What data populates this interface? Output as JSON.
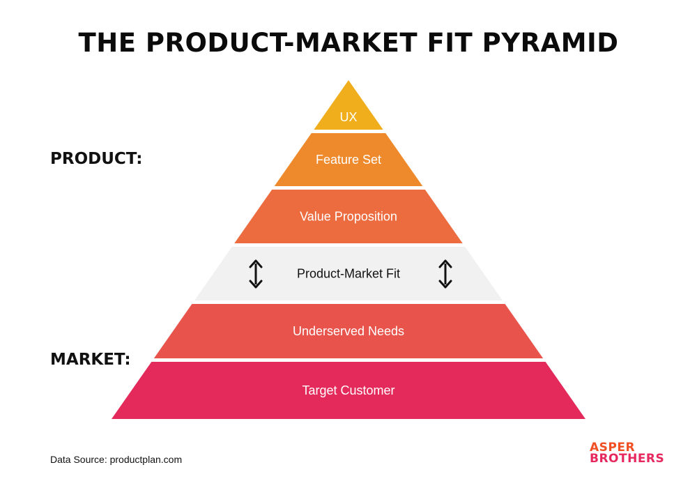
{
  "title": "THE PRODUCT-MARKET FIT PYRAMID",
  "side_labels": {
    "product": "PRODUCT:",
    "market": "MARKET:"
  },
  "tiers": [
    {
      "label": "UX",
      "color": "#F0AE1D",
      "text_color": "#ffffff"
    },
    {
      "label": "Feature Set",
      "color": "#EF8A2C",
      "text_color": "#ffffff"
    },
    {
      "label": "Value Proposition",
      "color": "#EC6C40",
      "text_color": "#ffffff"
    },
    {
      "label": "Product-Market Fit",
      "color": "#F1F1F1",
      "text_color": "#111111"
    },
    {
      "label": "Underserved Needs",
      "color": "#E8534B",
      "text_color": "#ffffff"
    },
    {
      "label": "Target Customer",
      "color": "#E42A5B",
      "text_color": "#ffffff"
    }
  ],
  "icons": {
    "fit_arrows": "double-vertical-arrow-icon"
  },
  "footer": {
    "source": "Data Source: productplan.com"
  },
  "logo": {
    "line1": "ASPER",
    "line2": "BROTHERS"
  }
}
